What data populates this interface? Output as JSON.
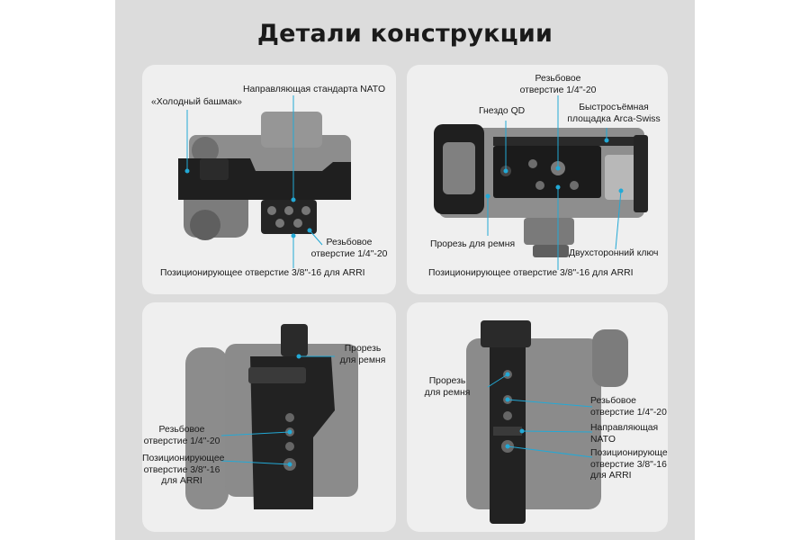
{
  "title": "Детали конструкции",
  "colors": {
    "background": "#dcdcdc",
    "panel": "#efefef",
    "callout": "#23a9d6",
    "camera_body": "#8a8a8a",
    "cage": "#1e1e1e"
  },
  "panels": [
    {
      "view": "top",
      "labels": {
        "cold_shoe": "«Холодный башмак»",
        "nato_rail": "Направляющая стандарта NATO",
        "thread_line1": "Резьбовое",
        "thread_line2": "отверстие 1/4\"-20",
        "arri": "Позиционирующее отверстие 3/8\"-16 для ARRI"
      }
    },
    {
      "view": "bottom",
      "labels": {
        "thread_line1": "Резьбовое",
        "thread_line2": "отверстие 1/4\"-20",
        "qd_socket": "Гнездо QD",
        "arca_line1": "Быстросъёмная",
        "arca_line2": "площадка Arca-Swiss",
        "strap_slot": "Прорезь для ремня",
        "dual_key": "Двухсторонний ключ",
        "arri": "Позиционирующее отверстие 3/8\"-16 для ARRI"
      }
    },
    {
      "view": "left",
      "labels": {
        "strap_line1": "Прорезь",
        "strap_line2": "для ремня",
        "thread_line1": "Резьбовое",
        "thread_line2": "отверстие 1/4\"-20",
        "arri_line1": "Позиционирующее",
        "arri_line2": "отверстие 3/8\"-16",
        "arri_line3": "для ARRI"
      }
    },
    {
      "view": "right",
      "labels": {
        "strap_line1": "Прорезь",
        "strap_line2": "для ремня",
        "thread_line1": "Резьбовое",
        "thread_line2": "отверстие 1/4\"-20",
        "nato_line1": "Направляющая",
        "nato_line2": "NATO",
        "arri_line1": "Позиционирующее",
        "arri_line2": "отверстие 3/8\"-16",
        "arri_line3": "для ARRI"
      }
    }
  ]
}
